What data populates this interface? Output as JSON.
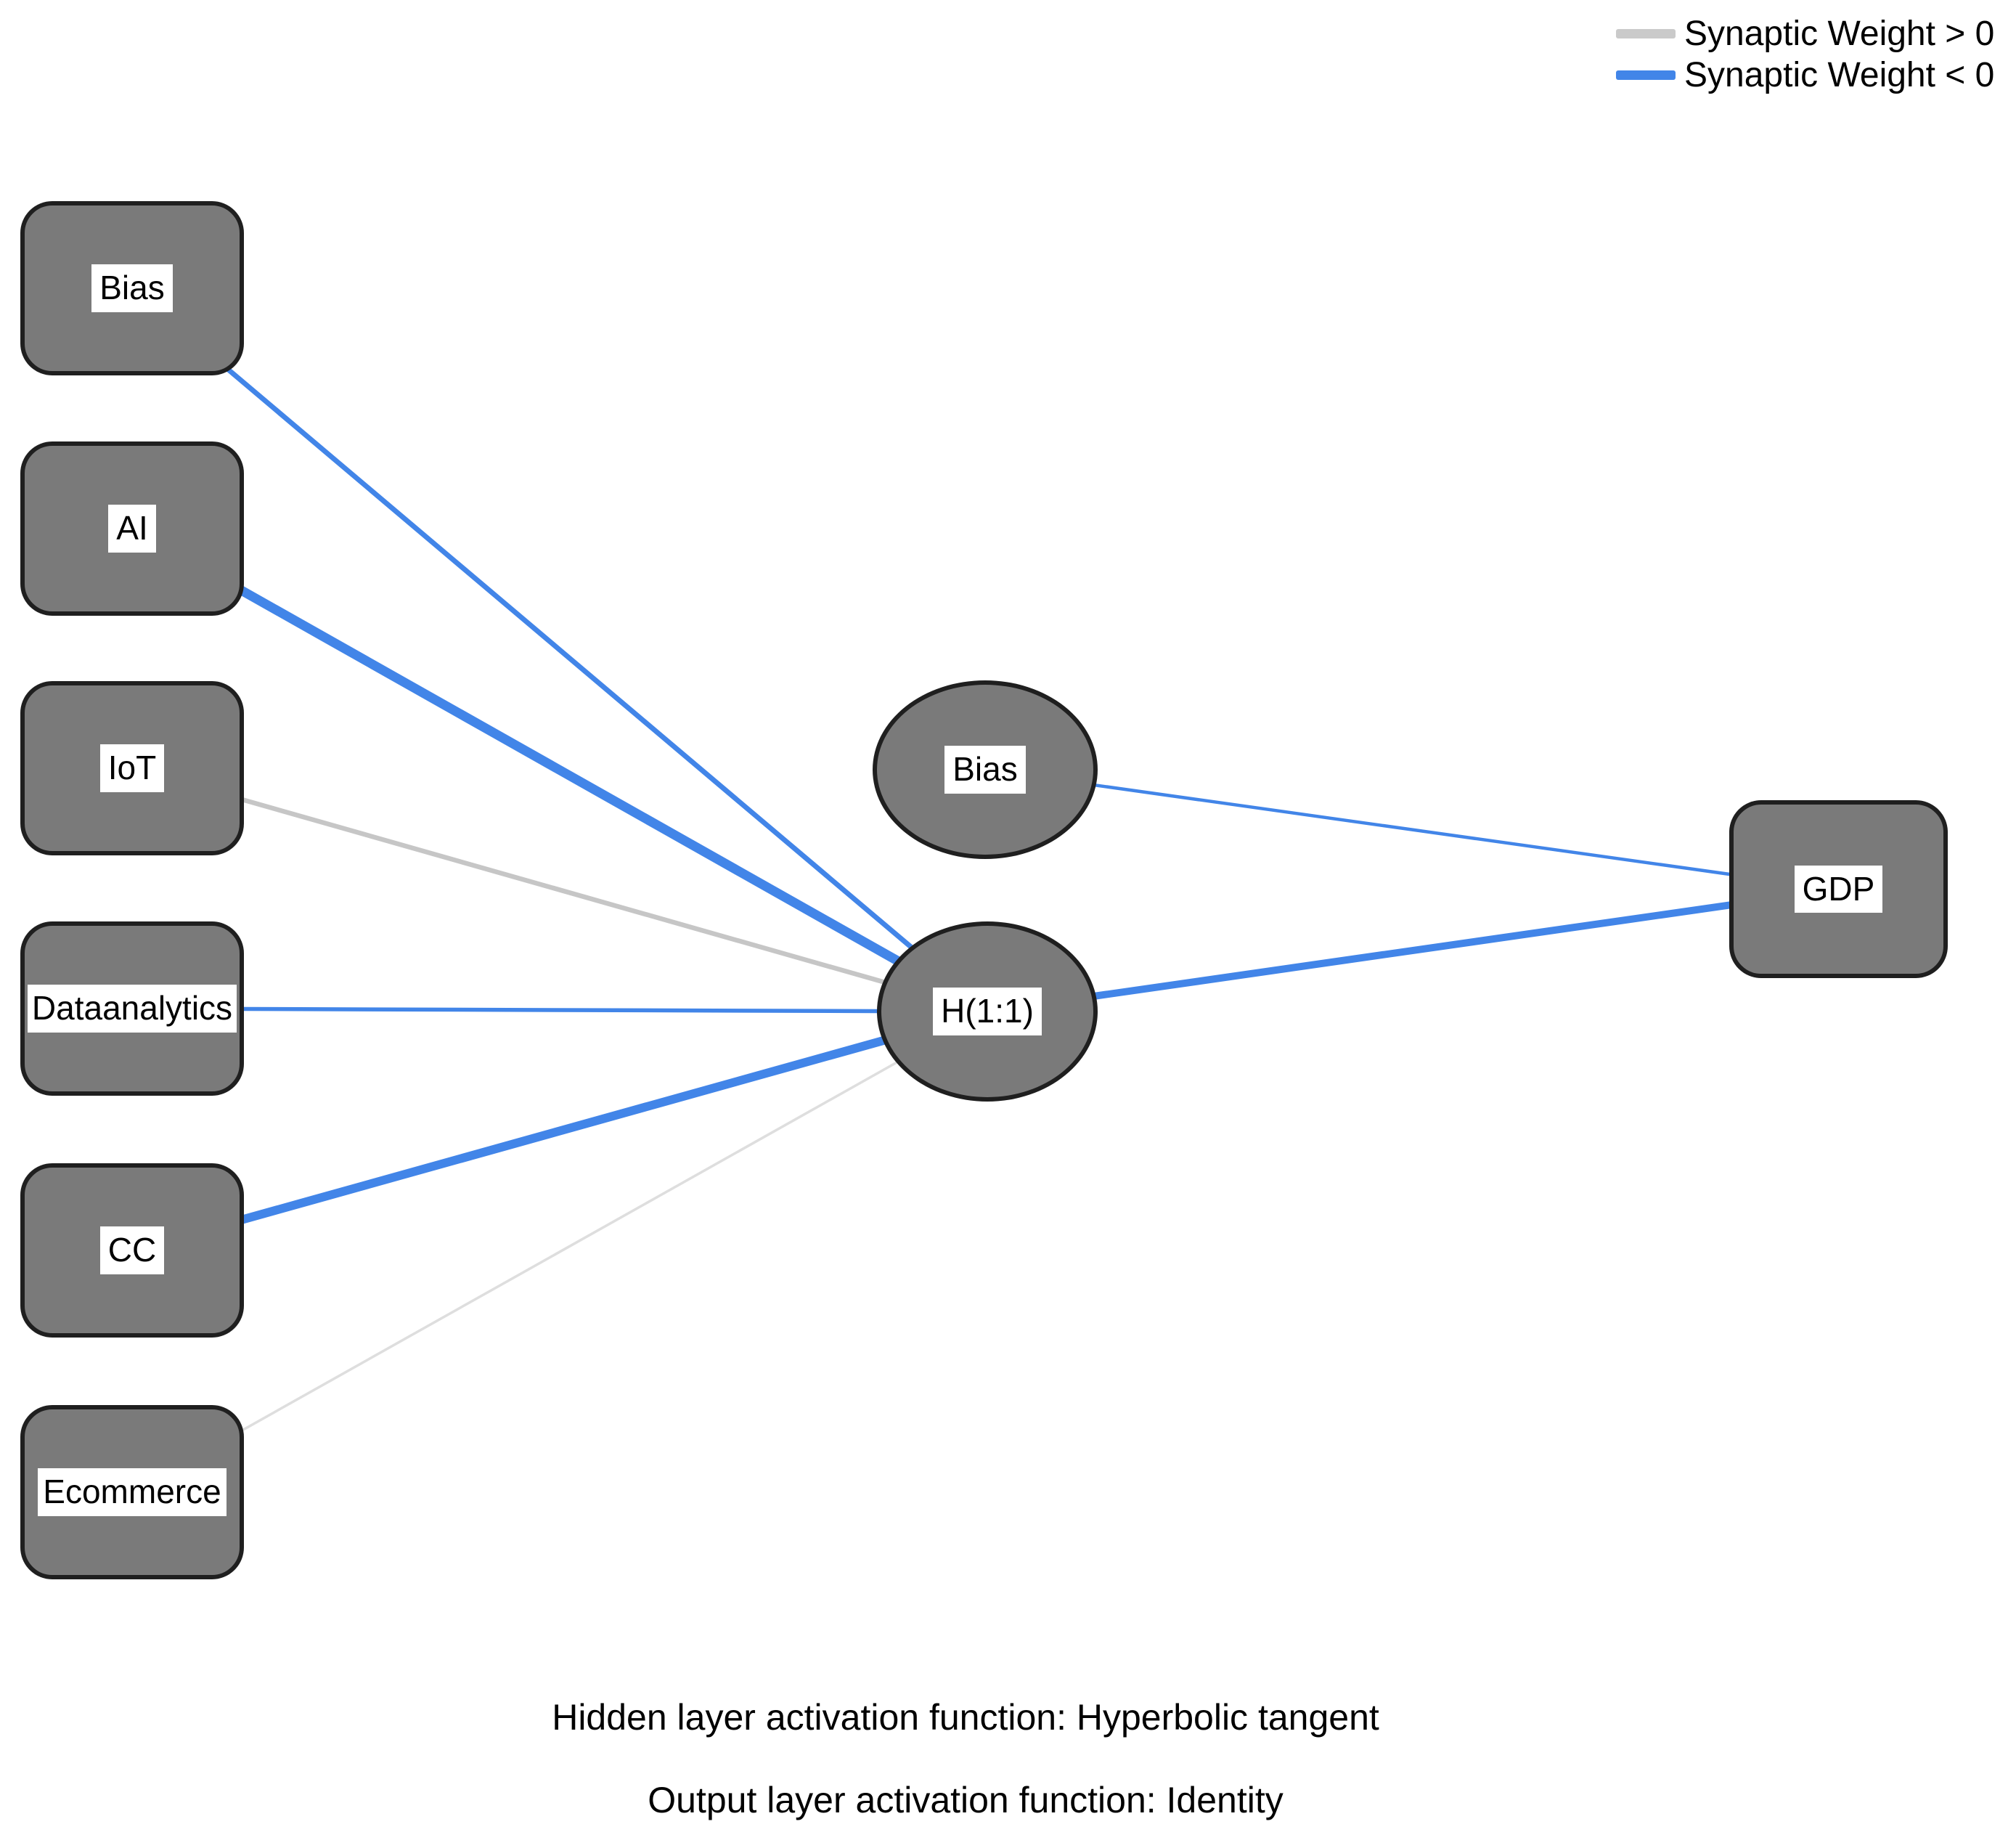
{
  "legend": {
    "items": [
      {
        "id": "positive",
        "label": "Synaptic Weight > 0",
        "color": "#cacaca"
      },
      {
        "id": "negative",
        "label": "Synaptic Weight < 0",
        "color": "#4285e8"
      }
    ]
  },
  "network": {
    "input_nodes": [
      {
        "id": "input-bias",
        "label": "Bias"
      },
      {
        "id": "input-ai",
        "label": "AI"
      },
      {
        "id": "input-iot",
        "label": "IoT"
      },
      {
        "id": "input-dataanalytics",
        "label": "Dataanalytics"
      },
      {
        "id": "input-cc",
        "label": "CC"
      },
      {
        "id": "input-ecommerce",
        "label": "Ecommerce"
      }
    ],
    "hidden_nodes": [
      {
        "id": "hidden-bias",
        "label": "Bias"
      },
      {
        "id": "hidden-h11",
        "label": "H(1:1)"
      }
    ],
    "output_nodes": [
      {
        "id": "output-gdp",
        "label": "GDP"
      }
    ],
    "colors": {
      "negative": "#4285e8",
      "positive": "#c6c6c6"
    },
    "edges": [
      {
        "from": "input-bias",
        "to": "hidden-h11",
        "sign": "negative",
        "width": 7
      },
      {
        "from": "input-ai",
        "to": "hidden-h11",
        "sign": "negative",
        "width": 13
      },
      {
        "from": "input-iot",
        "to": "hidden-h11",
        "sign": "positive",
        "width": 6.5
      },
      {
        "from": "input-dataanalytics",
        "to": "hidden-h11",
        "sign": "negative",
        "width": 5.5
      },
      {
        "from": "input-cc",
        "to": "hidden-h11",
        "sign": "negative",
        "width": 12
      },
      {
        "from": "input-ecommerce",
        "to": "hidden-h11",
        "sign": "positive",
        "width": 3.5,
        "color": "#dedede"
      },
      {
        "from": "hidden-bias",
        "to": "output-gdp",
        "sign": "negative",
        "width": 4.5
      },
      {
        "from": "hidden-h11",
        "to": "output-gdp",
        "sign": "negative",
        "width": 10
      }
    ]
  },
  "footnotes": {
    "line1": "Hidden layer activation function: Hyperbolic tangent",
    "line2": "Output layer activation function: Identity"
  }
}
